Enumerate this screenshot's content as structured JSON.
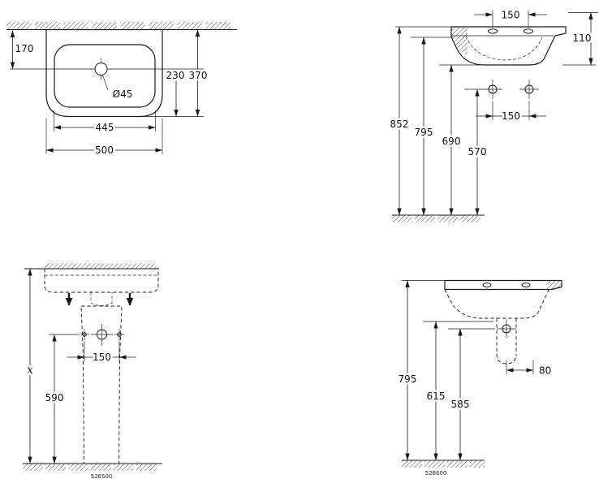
{
  "drawing": {
    "type": "washbasin technical dimension drawing",
    "line_color": "#1a1a1a",
    "background": "#ffffff",
    "views": {
      "plan": {
        "title": "washbasin top view",
        "dims": {
          "wall_to_tap_center": "170",
          "overall_depth": "370",
          "tap_center_to_front": "230",
          "tap_hole_diameter": "Ø45",
          "bowl_width": "445",
          "overall_width": "500"
        }
      },
      "side": {
        "title": "washbasin side view",
        "dims": {
          "tap_hole_spacing": "150",
          "rim_detail": "110",
          "height_top_edge": "852",
          "height_rim": "795",
          "height_underside": "690",
          "height_fixing_holes": "570",
          "fixing_hole_spacing": "150"
        }
      },
      "front_pedestal": {
        "title": "washbasin with pedestal front view",
        "model_number": "526500",
        "dims": {
          "total_height": "x",
          "fixing_hole_spacing": "150",
          "height_fixing_holes": "590"
        }
      },
      "side_pedestal": {
        "title": "washbasin with pedestal side view",
        "model_number": "526600",
        "dims": {
          "height_rim": "795",
          "height_outlet": "615",
          "height_fixing": "585",
          "outlet_offset": "80"
        }
      }
    }
  }
}
